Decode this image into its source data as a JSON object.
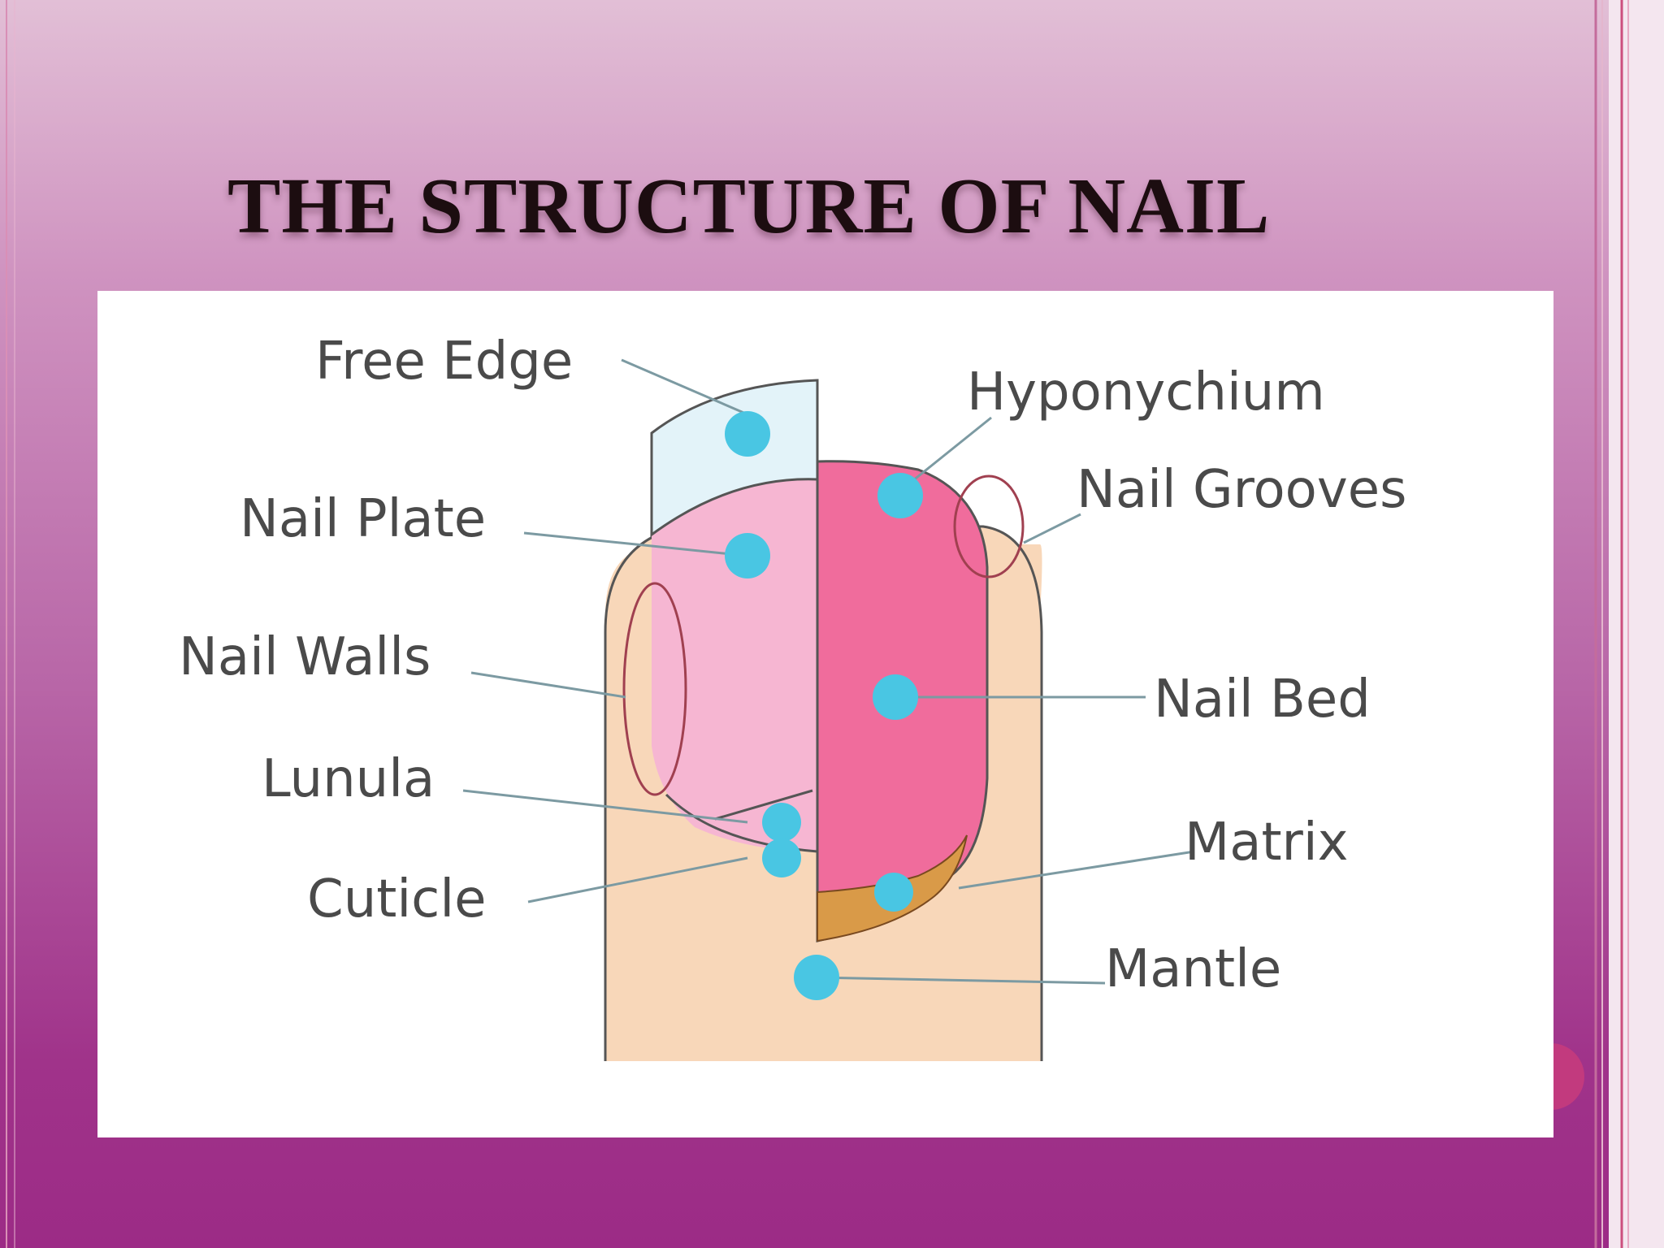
{
  "slide": {
    "title": "THE STRUCTURE OF NAIL"
  },
  "diagram": {
    "labels": {
      "free_edge": "Free Edge",
      "nail_plate": "Nail Plate",
      "nail_walls": "Nail Walls",
      "lunula": "Lunula",
      "cuticle": "Cuticle",
      "hyponychium": "Hyponychium",
      "nail_grooves": "Nail Grooves",
      "nail_bed": "Nail Bed",
      "matrix": "Matrix",
      "mantle": "Mantle"
    }
  },
  "colors": {
    "background_top": "#e2bfd6",
    "background_bottom": "#9c2b86",
    "finger_skin": "#f8d7b9",
    "nail_plate_light": "#f6b6d2",
    "nail_bed": "#f06c9c",
    "free_edge": "#e3f3f9",
    "marker_dot": "#49c6e3"
  }
}
